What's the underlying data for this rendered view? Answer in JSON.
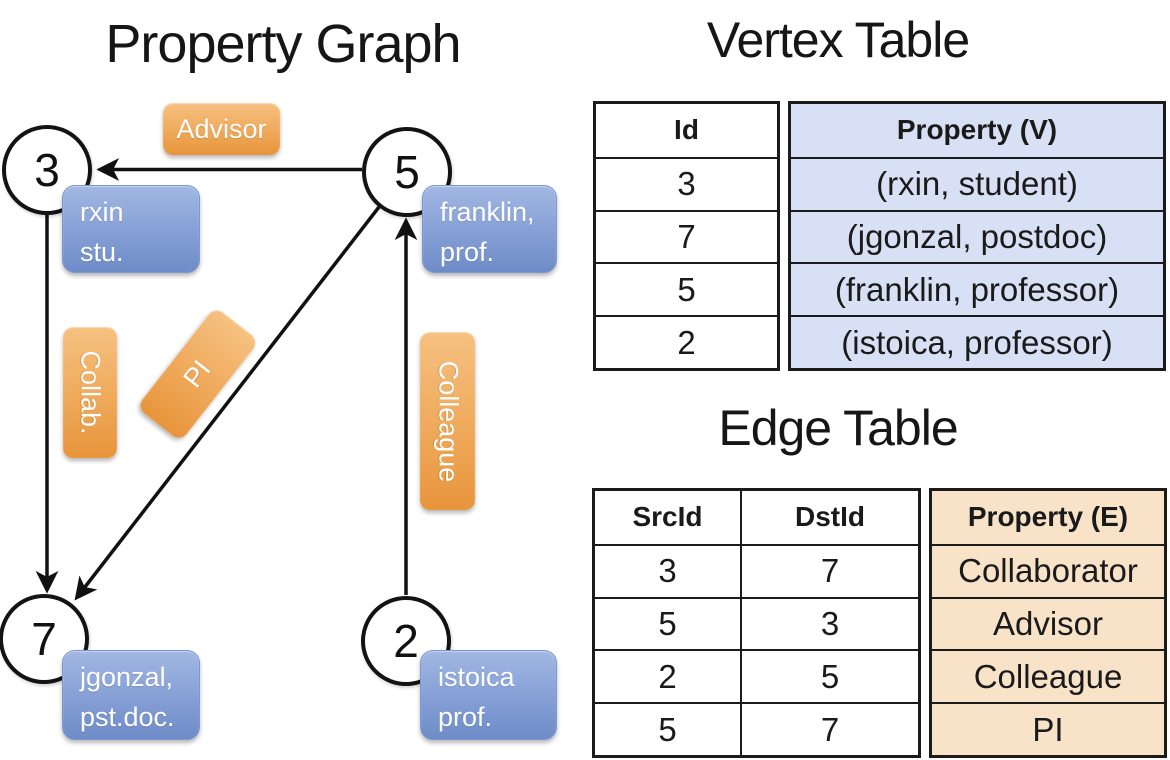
{
  "titles": {
    "graph": "Property Graph",
    "vertex_table": "Vertex Table",
    "edge_table": "Edge Table"
  },
  "graph": {
    "vertices": [
      {
        "id": "3",
        "property_lines": [
          "rxin",
          "stu."
        ]
      },
      {
        "id": "5",
        "property_lines": [
          "franklin,",
          "prof."
        ]
      },
      {
        "id": "7",
        "property_lines": [
          "jgonzal,",
          "pst.doc."
        ]
      },
      {
        "id": "2",
        "property_lines": [
          "istoica",
          "prof."
        ]
      }
    ],
    "edges": [
      {
        "label": "Advisor",
        "src": "5",
        "dst": "3"
      },
      {
        "label": "Collab.",
        "src": "3",
        "dst": "7"
      },
      {
        "label": "PI",
        "src": "5",
        "dst": "7"
      },
      {
        "label": "Colleague",
        "src": "2",
        "dst": "5"
      }
    ]
  },
  "vertex_table": {
    "columns": [
      "Id",
      "Property (V)"
    ],
    "rows": [
      [
        "3",
        "(rxin, student)"
      ],
      [
        "7",
        "(jgonzal, postdoc)"
      ],
      [
        "5",
        "(franklin, professor)"
      ],
      [
        "2",
        "(istoica, professor)"
      ]
    ]
  },
  "edge_table": {
    "columns": [
      "SrcId",
      "DstId",
      "Property (E)"
    ],
    "rows": [
      [
        "3",
        "7",
        "Collaborator"
      ],
      [
        "5",
        "3",
        "Advisor"
      ],
      [
        "2",
        "5",
        "Colleague"
      ],
      [
        "5",
        "7",
        "PI"
      ]
    ]
  },
  "colors": {
    "edge_label_orange_top": "#f6c181",
    "edge_label_orange_bottom": "#e8953c",
    "vertex_box_blue_top": "#a2b7e3",
    "vertex_box_blue_bottom": "#6e8cc8",
    "vertex_table_fill": "#d7e0f4",
    "edge_table_fill": "#f8e3c8",
    "line_color": "#111111"
  }
}
